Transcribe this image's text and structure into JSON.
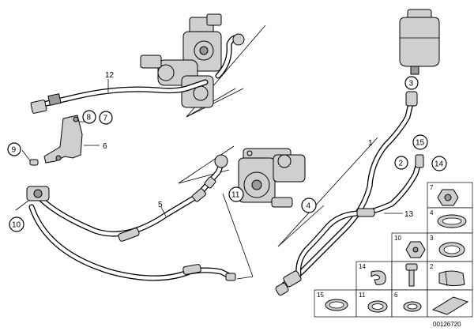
{
  "diagram": {
    "callouts": [
      {
        "id": "c12",
        "label": "12",
        "circled": false
      },
      {
        "id": "c8",
        "label": "8",
        "circled": true
      },
      {
        "id": "c7a",
        "label": "7",
        "circled": true
      },
      {
        "id": "c9",
        "label": "9",
        "circled": true
      },
      {
        "id": "c6",
        "label": "6",
        "circled": false
      },
      {
        "id": "c10",
        "label": "10",
        "circled": true
      },
      {
        "id": "c5",
        "label": "5",
        "circled": false
      },
      {
        "id": "c11",
        "label": "11",
        "circled": true
      },
      {
        "id": "c4",
        "label": "4",
        "circled": true
      },
      {
        "id": "c3",
        "label": "3",
        "circled": true
      },
      {
        "id": "c1",
        "label": "1",
        "circled": false
      },
      {
        "id": "c15",
        "label": "15",
        "circled": true
      },
      {
        "id": "c2",
        "label": "2",
        "circled": true
      },
      {
        "id": "c14",
        "label": "14",
        "circled": true
      },
      {
        "id": "c13",
        "label": "13",
        "circled": false
      }
    ],
    "parts_table": [
      {
        "label": "7"
      },
      {
        "label": "4"
      },
      {
        "label": "10"
      },
      {
        "label": "3"
      },
      {
        "label": "14"
      },
      {
        "label": "2"
      },
      {
        "label": "15"
      },
      {
        "label": "11"
      },
      {
        "label": "6"
      },
      {
        "label": ""
      }
    ],
    "image_id": "00126720"
  }
}
